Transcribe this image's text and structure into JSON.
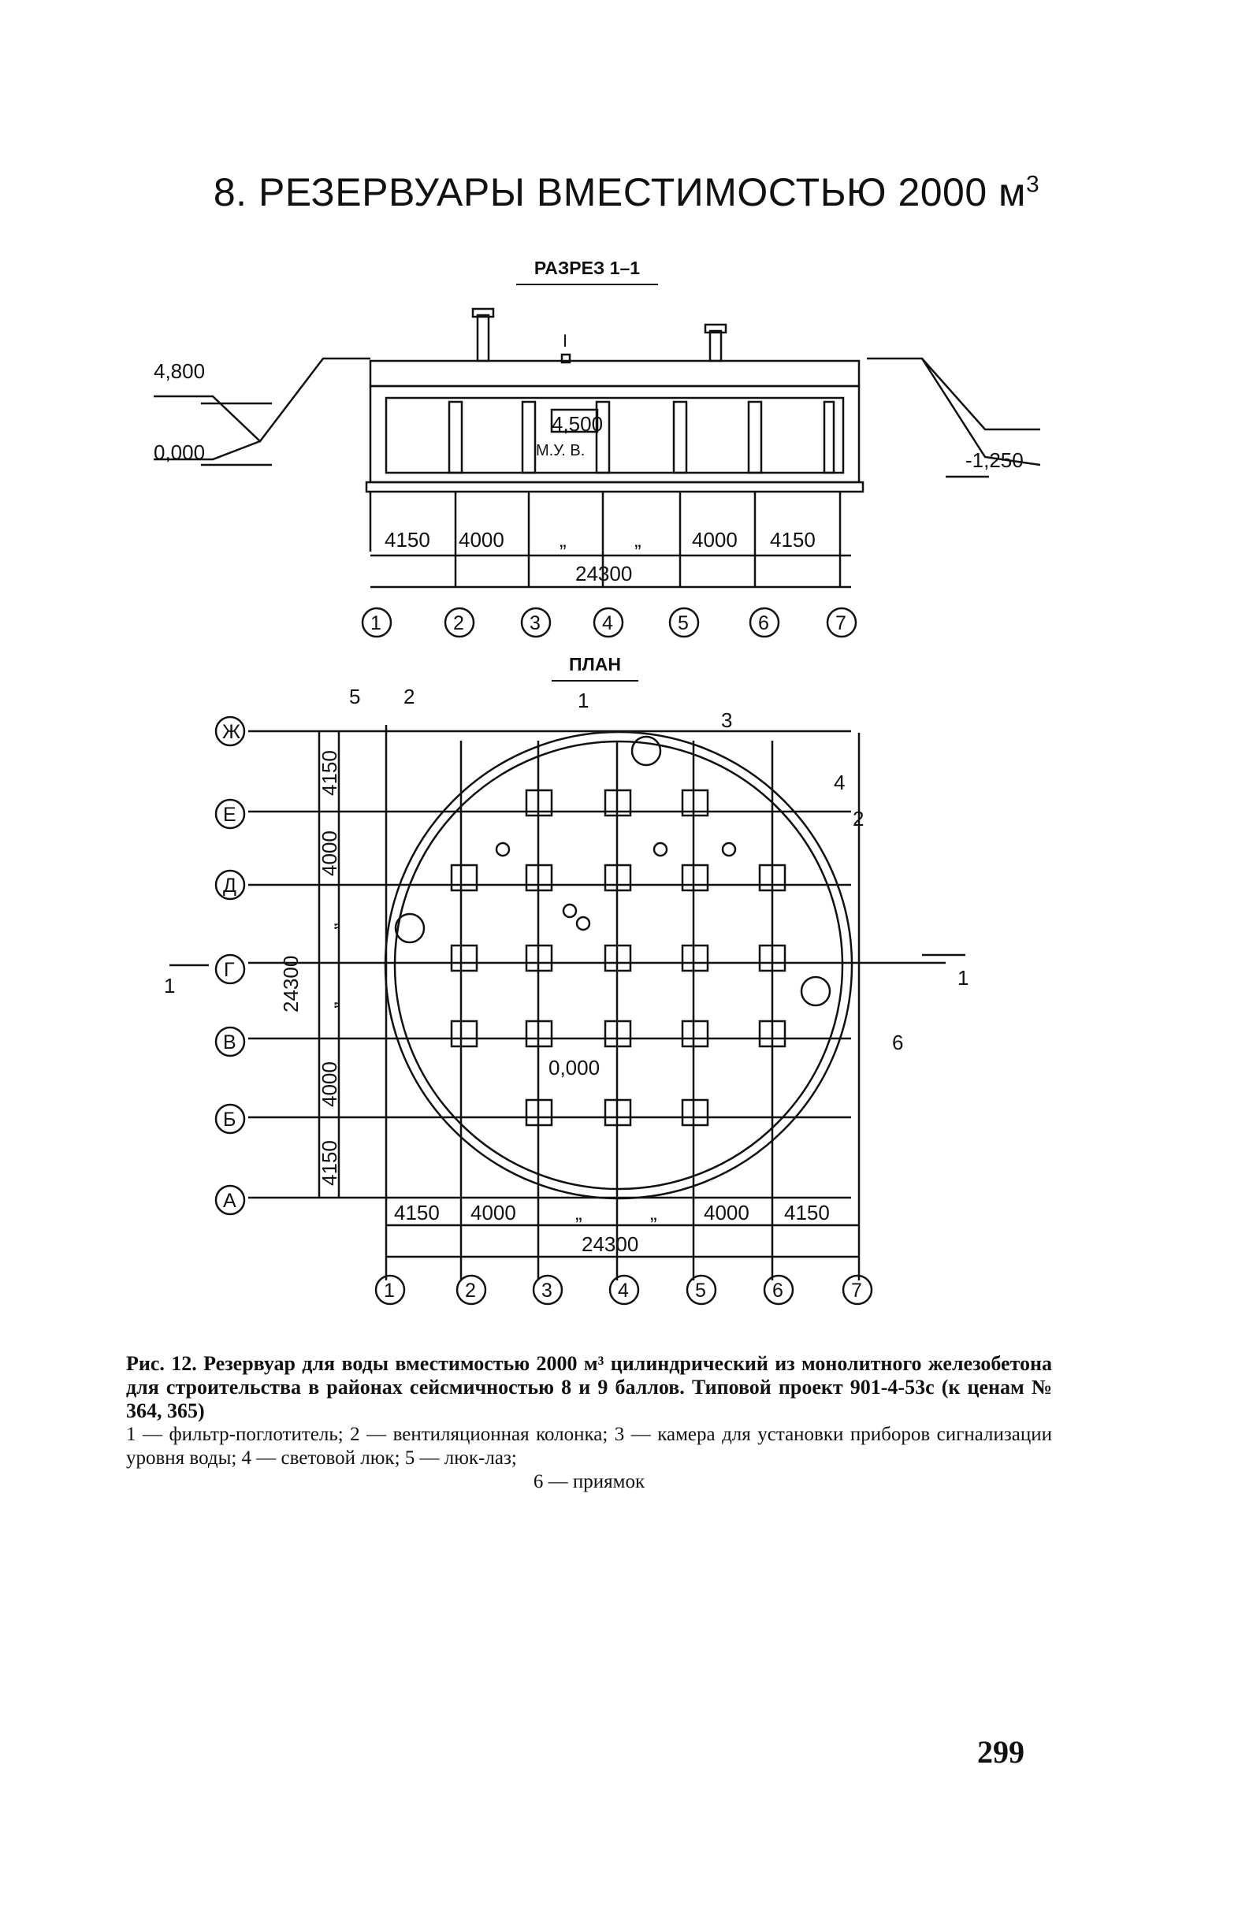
{
  "page": {
    "heading": "8. РЕЗЕРВУАРЫ ВМЕСТИМОСТЬЮ 2000 м",
    "heading_sup": "3",
    "section_title": "РАЗРЕЗ 1–1",
    "plan_title": "ПЛАН",
    "page_number": "299"
  },
  "section": {
    "elevations": {
      "top": "4,800",
      "zero": "0,000",
      "bottom": "-1,250"
    },
    "inner_labels": {
      "level": "4,500",
      "muv": "М.У. В.",
      "item1": "I"
    },
    "dims": [
      "4150",
      "4000",
      "„",
      "„",
      "4000",
      "4150"
    ],
    "total": "24300",
    "axes": [
      "1",
      "2",
      "3",
      "4",
      "5",
      "6",
      "7"
    ]
  },
  "plan": {
    "row_axes": [
      "Ж",
      "Е",
      "Д",
      "Г",
      "В",
      "Б",
      "А"
    ],
    "col_axes": [
      "1",
      "2",
      "3",
      "4",
      "5",
      "6",
      "7"
    ],
    "left_dims": [
      "4150",
      "4000",
      "„",
      "„",
      "4000",
      "4150"
    ],
    "left_total": "24300",
    "bottom_dims": [
      "4150",
      "4000",
      "„",
      "„",
      "4000",
      "4150"
    ],
    "bottom_total": "24300",
    "callouts": [
      "5",
      "2",
      "1",
      "3",
      "4",
      "2",
      "6"
    ],
    "zero_mark": "0,000",
    "section_marks": [
      "1",
      "1"
    ]
  },
  "caption": {
    "bold_line": "Рис. 12. Резервуар для воды вместимостью 2000 м³ цилиндрический из монолитного железобетона для строительства в районах сейсмичностью 8 и 9 баллов. Типовой проект 901-4-53с (к ценам № 364, 365)",
    "legend_line": "1 — фильтр-поглотитель; 2 — вентиляционная колонка; 3 — камера для установки приборов сигнализации уровня воды; 4 — световой люк; 5 — люк-лаз;",
    "legend_last": "6 — приямок"
  }
}
